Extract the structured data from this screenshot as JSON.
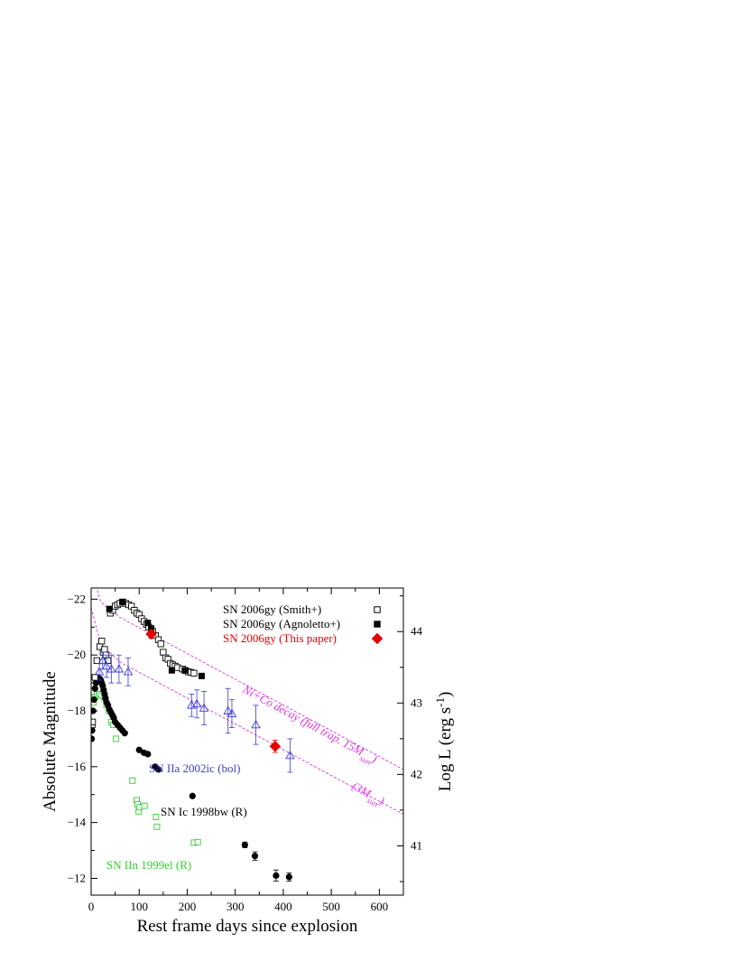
{
  "chart_data": {
    "type": "scatter",
    "title": "",
    "xlabel": "Rest frame days since explosion",
    "ylabel": "Absolute Magnitude",
    "y2label": "Log L (erg s⁻¹)",
    "xlim": [
      0,
      650
    ],
    "ylim": [
      -11.4,
      -22.4
    ],
    "y2lim": [
      40.31,
      44.61
    ],
    "x_ticks": [
      0,
      100,
      200,
      300,
      400,
      500,
      600
    ],
    "y_ticks": [
      -22,
      -20,
      -18,
      -16,
      -14,
      -12
    ],
    "y2_ticks": [
      41,
      42,
      43,
      44
    ],
    "grid": false,
    "legend_position": "top-right",
    "legend": [
      {
        "label": "SN 2006gy (Smith+)",
        "marker": "open-square",
        "color": "#000000"
      },
      {
        "label": "SN 2006gy (Agnoletto+)",
        "marker": "filled-square",
        "color": "#000000"
      },
      {
        "label": "SN 2006gy (This paper)",
        "marker": "filled-diamond",
        "color": "#e60000"
      }
    ],
    "annotations": {
      "sn2002ic": "SN IIa 2002ic (bol)",
      "sn1998bw": "SN Ic 1998bw (R)",
      "sn1999el": "SN IIn 1999el (R)",
      "decay_15": "Ni+Co decay (full trap. 15M",
      "decay_3": "(3M",
      "sun_sub": "sun",
      "close_paren": ")"
    },
    "colors": {
      "smith": "#000000",
      "agnoletto": "#000000",
      "this_paper": "#e60000",
      "sn2002ic": "#3b3bd6",
      "sn1998bw": "#000000",
      "sn1999el": "#33cc33",
      "decay": "#dd33dd"
    },
    "series": [
      {
        "name": "SN 2006gy (Smith+)",
        "marker": "open-square",
        "points": [
          [
            2,
            -17.5
          ],
          [
            3,
            -17.6
          ],
          [
            8,
            -19.2
          ],
          [
            12,
            -19.8
          ],
          [
            18,
            -20.3
          ],
          [
            22,
            -20.5
          ],
          [
            25,
            -20.1
          ],
          [
            28,
            -20.2
          ],
          [
            31,
            -20.0
          ],
          [
            35,
            -19.8
          ],
          [
            40,
            -21.5
          ],
          [
            45,
            -21.6
          ],
          [
            50,
            -21.75
          ],
          [
            55,
            -21.8
          ],
          [
            60,
            -21.85
          ],
          [
            66,
            -21.9
          ],
          [
            72,
            -21.85
          ],
          [
            78,
            -21.8
          ],
          [
            84,
            -21.75
          ],
          [
            90,
            -21.6
          ],
          [
            95,
            -21.5
          ],
          [
            100,
            -21.45
          ],
          [
            105,
            -21.3
          ],
          [
            110,
            -21.2
          ],
          [
            115,
            -21.1
          ],
          [
            120,
            -21.0
          ],
          [
            128,
            -20.85
          ],
          [
            134,
            -20.7
          ],
          [
            140,
            -20.55
          ],
          [
            145,
            -20.4
          ],
          [
            150,
            -20.1
          ],
          [
            155,
            -19.9
          ],
          [
            160,
            -19.85
          ],
          [
            165,
            -19.7
          ],
          [
            170,
            -19.65
          ],
          [
            175,
            -19.6
          ],
          [
            180,
            -19.55
          ],
          [
            190,
            -19.5
          ],
          [
            196,
            -19.45
          ],
          [
            202,
            -19.4
          ],
          [
            208,
            -19.38
          ],
          [
            214,
            -19.35
          ]
        ]
      },
      {
        "name": "SN 2006gy (Agnoletto+)",
        "marker": "filled-square",
        "points": [
          [
            38,
            -21.65
          ],
          [
            65,
            -21.9
          ],
          [
            118,
            -21.15
          ],
          [
            125,
            -20.95
          ],
          [
            168,
            -19.45
          ],
          [
            195,
            -19.45
          ],
          [
            230,
            -19.25
          ]
        ]
      },
      {
        "name": "SN 2006gy (This paper)",
        "marker": "filled-diamond",
        "points": [
          [
            125,
            -20.75
          ],
          [
            383,
            -16.73
          ]
        ],
        "errors": [
          0.15,
          0.22
        ]
      },
      {
        "name": "SN IIa 2002ic (bol)",
        "marker": "open-triangle",
        "points": [
          [
            17,
            -19.4
          ],
          [
            24,
            -19.8
          ],
          [
            32,
            -19.6
          ],
          [
            42,
            -19.5
          ],
          [
            58,
            -19.5
          ],
          [
            77,
            -19.4
          ],
          [
            209,
            -18.2
          ],
          [
            220,
            -18.25
          ],
          [
            235,
            -18.1
          ],
          [
            285,
            -18.0
          ],
          [
            293,
            -17.9
          ],
          [
            343,
            -17.5
          ],
          [
            414,
            -16.4
          ]
        ],
        "errors": [
          0.3,
          0.3,
          0.4,
          0.5,
          0.5,
          0.5,
          0.4,
          0.5,
          0.6,
          0.8,
          0.5,
          0.7,
          0.6
        ]
      },
      {
        "name": "SN Ic 1998bw (R)",
        "marker": "filled-circle",
        "points": [
          [
            1,
            -17.0
          ],
          [
            2,
            -17.3
          ],
          [
            3,
            -17.6
          ],
          [
            4,
            -18.0
          ],
          [
            6,
            -18.4
          ],
          [
            8,
            -18.8
          ],
          [
            10,
            -19.0
          ],
          [
            12,
            -19.1
          ],
          [
            14,
            -19.15
          ],
          [
            16,
            -19.17
          ],
          [
            18,
            -19.15
          ],
          [
            20,
            -19.1
          ],
          [
            22,
            -19.0
          ],
          [
            24,
            -18.9
          ],
          [
            26,
            -18.75
          ],
          [
            28,
            -18.6
          ],
          [
            30,
            -18.45
          ],
          [
            32,
            -18.3
          ],
          [
            35,
            -18.2
          ],
          [
            38,
            -18.05
          ],
          [
            41,
            -17.95
          ],
          [
            44,
            -17.85
          ],
          [
            47,
            -17.75
          ],
          [
            50,
            -17.6
          ],
          [
            55,
            -17.5
          ],
          [
            60,
            -17.4
          ],
          [
            65,
            -17.3
          ],
          [
            70,
            -17.2
          ],
          [
            100,
            -16.6
          ],
          [
            110,
            -16.5
          ],
          [
            118,
            -16.45
          ],
          [
            133,
            -16.0
          ],
          [
            140,
            -15.9
          ],
          [
            211,
            -14.95
          ],
          [
            320,
            -13.2
          ],
          [
            341,
            -12.8
          ],
          [
            385,
            -12.1
          ],
          [
            412,
            -12.05
          ]
        ],
        "errors": [
          0,
          0,
          0,
          0,
          0,
          0,
          0,
          0,
          0,
          0,
          0,
          0,
          0,
          0,
          0,
          0,
          0,
          0,
          0,
          0,
          0,
          0,
          0,
          0,
          0,
          0,
          0,
          0,
          0,
          0,
          0,
          0,
          0,
          0,
          0.1,
          0.15,
          0.2,
          0.15
        ]
      },
      {
        "name": "SN IIn 1999el (R)",
        "marker": "open-square",
        "points": [
          [
            5,
            -18.3
          ],
          [
            8,
            -18.5
          ],
          [
            12,
            -18.6
          ],
          [
            15,
            -18.55
          ],
          [
            18,
            -18.6
          ],
          [
            22,
            -18.55
          ],
          [
            28,
            -18.45
          ],
          [
            32,
            -18.2
          ],
          [
            37,
            -18.0
          ],
          [
            42,
            -17.6
          ],
          [
            46,
            -17.5
          ],
          [
            52,
            -17.0
          ],
          [
            86,
            -15.5
          ],
          [
            95,
            -14.8
          ],
          [
            97,
            -14.65
          ],
          [
            99,
            -14.4
          ],
          [
            101,
            -14.55
          ],
          [
            111,
            -14.6
          ],
          [
            135,
            -14.2
          ],
          [
            137,
            -13.85
          ],
          [
            214,
            -13.28
          ],
          [
            222,
            -13.3
          ]
        ]
      },
      {
        "name": "Ni+Co decay (full trap. 15Msun)",
        "type": "line",
        "points": [
          [
            0,
            -23.1
          ],
          [
            20,
            -21.9
          ],
          [
            60,
            -21.35
          ],
          [
            650,
            -15.9
          ]
        ]
      },
      {
        "name": "(3Msun)",
        "type": "line",
        "points": [
          [
            0,
            -21.7
          ],
          [
            20,
            -20.4
          ],
          [
            60,
            -19.75
          ],
          [
            650,
            -14.3
          ]
        ]
      }
    ]
  }
}
